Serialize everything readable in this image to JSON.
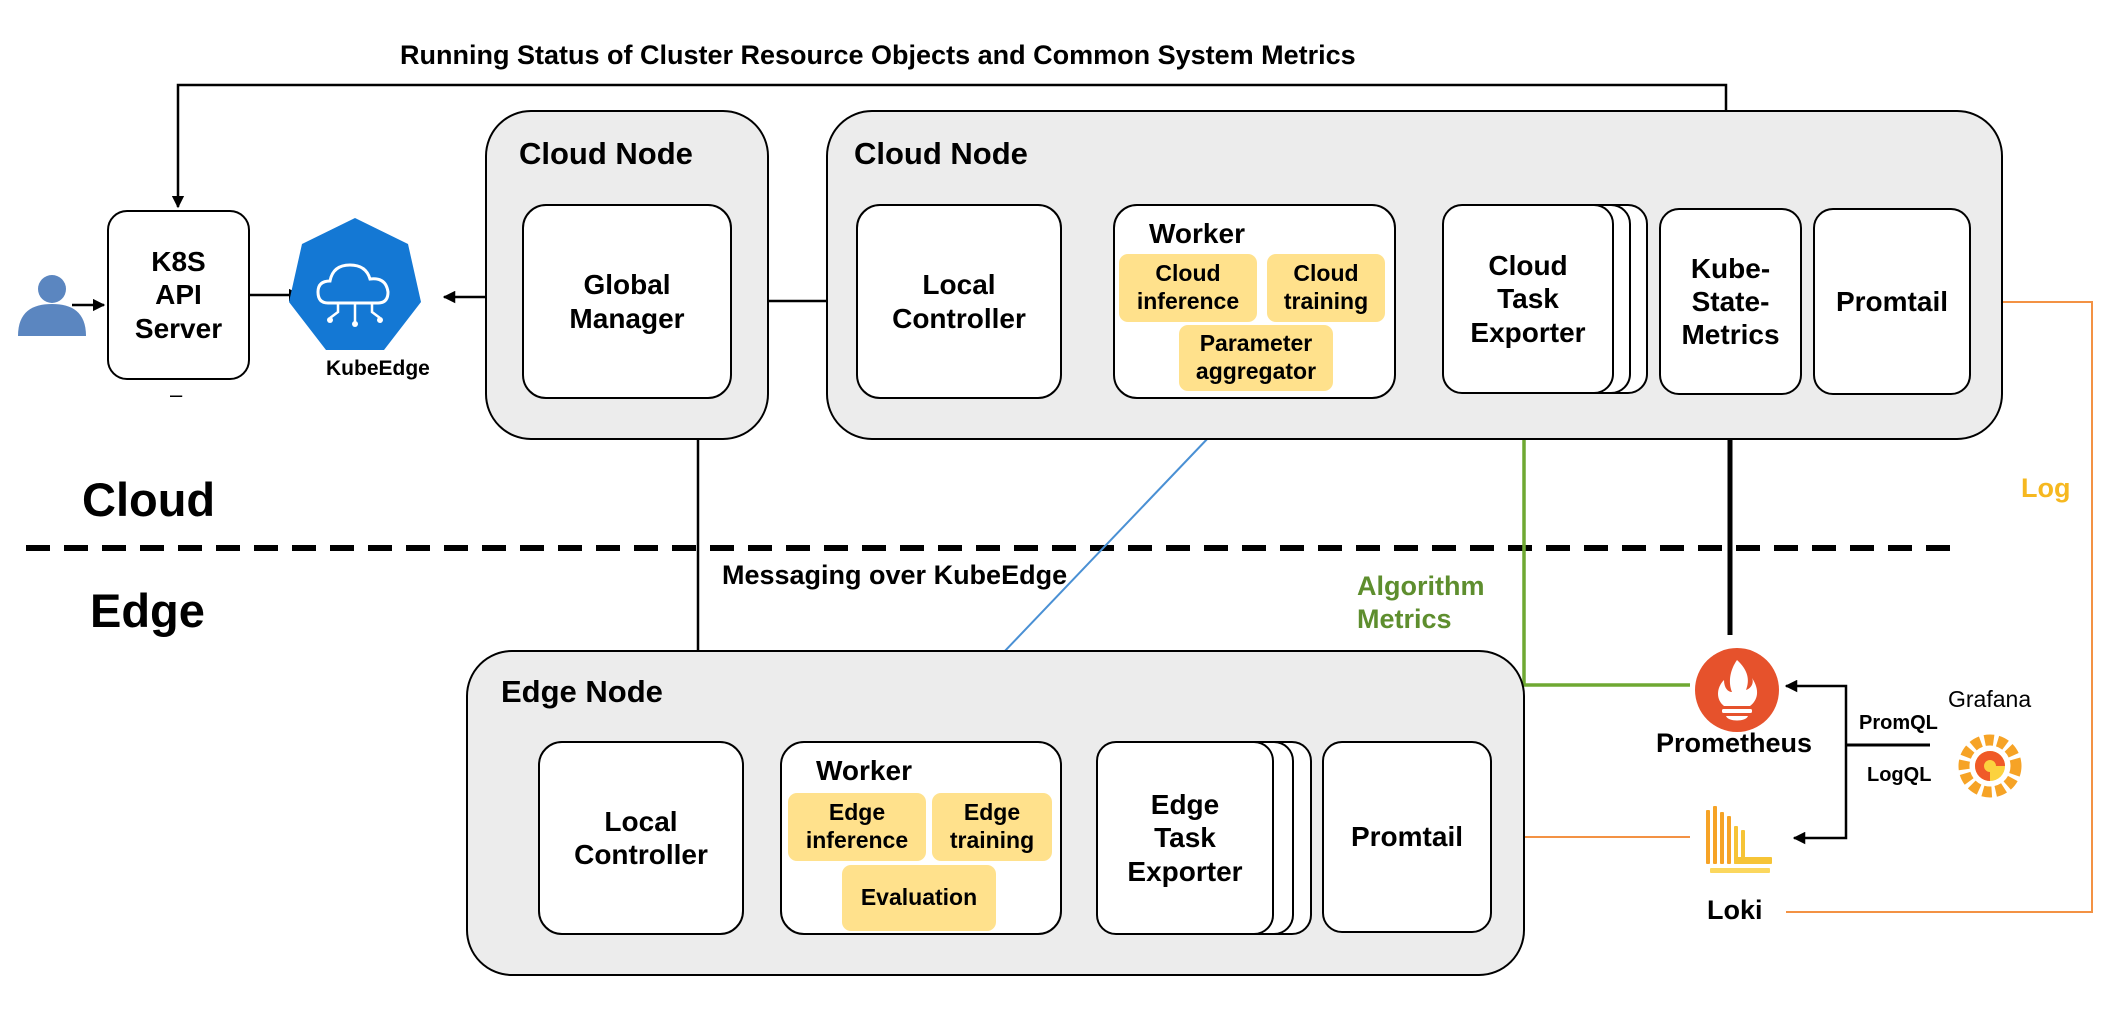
{
  "header": {
    "status_note": "Running Status of Cluster Resource Objects and Common System  Metrics"
  },
  "zones": {
    "cloud": "Cloud",
    "edge": "Edge"
  },
  "left": {
    "k8s_api_server": "K8S\nAPI\nServer",
    "k8s_underscore": "–",
    "kubeedge_label": "KubeEdge"
  },
  "cloud_node_global": {
    "title": "Cloud Node",
    "global_manager": "Global\nManager"
  },
  "cloud_node_main": {
    "title": "Cloud Node",
    "local_controller": "Local\nController",
    "worker": {
      "title": "Worker",
      "cloud_inference": "Cloud\ninference",
      "cloud_training": "Cloud\ntraining",
      "parameter_aggregator": "Parameter\naggregator"
    },
    "cloud_task_exporter": "Cloud\nTask\nExporter",
    "kube_state_metrics": "Kube-\nState-\nMetrics",
    "promtail": "Promtail"
  },
  "edge_node": {
    "title": "Edge Node",
    "local_controller": "Local\nController",
    "worker": {
      "title": "Worker",
      "edge_inference": "Edge\ninference",
      "edge_training": "Edge\ntraining",
      "evaluation": "Evaluation"
    },
    "edge_task_exporter": "Edge\nTask\nExporter",
    "promtail": "Promtail"
  },
  "annotations": {
    "messaging": "Messaging over KubeEdge",
    "algorithm_metrics": "Algorithm\nMetrics",
    "log": "Log",
    "promql": "PromQL",
    "logql": "LogQL"
  },
  "tools": {
    "prometheus": "Prometheus",
    "grafana": "Grafana",
    "loki": "Loki"
  },
  "colors": {
    "group_fill": "#ececec",
    "chip_fill": "#ffe18c",
    "green": "#6fa832",
    "orange": "#f39244",
    "blue": "#4a90d4",
    "log_label": "#f6b820",
    "algorithm_label": "#5e8e2e",
    "kubeedge_blue": "#1478d4",
    "prometheus_red": "#e6522c",
    "user_blue": "#5b86c0"
  }
}
